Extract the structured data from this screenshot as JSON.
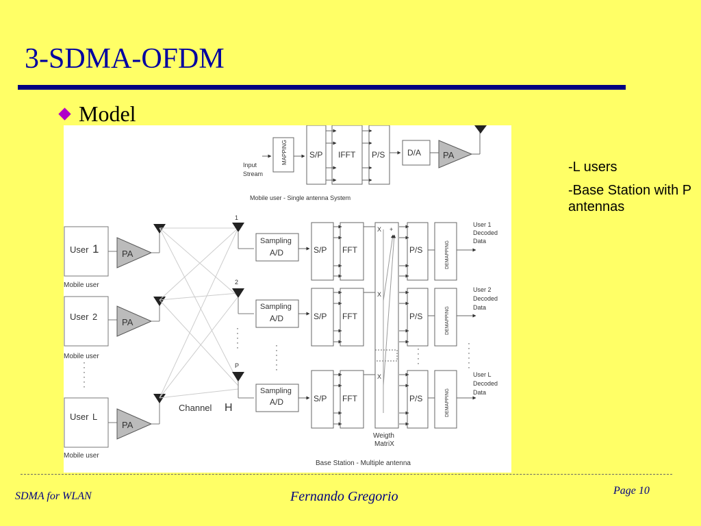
{
  "slide": {
    "title": "3-SDMA-OFDM",
    "bullet": "Model",
    "notes": [
      "-L users",
      "-Base Station with P antennas"
    ]
  },
  "diagram": {
    "transmitter": {
      "input": [
        "Input",
        "Stream"
      ],
      "mapping": "MAPPING",
      "sp": "S/P",
      "ifft": "IFFT",
      "ps": "P/S",
      "da": "D/A",
      "pa": "PA",
      "caption": "Mobile user - Single antenna System"
    },
    "users": [
      {
        "label_prefix": "User",
        "label_num": "1",
        "caption": "Mobile user"
      },
      {
        "label_prefix": "User",
        "label_num": "2",
        "caption": "Mobile user"
      },
      {
        "label_prefix": "User",
        "label_num": "L",
        "caption": "Mobile user"
      }
    ],
    "pa": "PA",
    "channel": {
      "text": "Channel",
      "symbol": "H"
    },
    "antennas": [
      "1",
      "2",
      "P"
    ],
    "receivers": [
      {
        "sampling": [
          "Sampling",
          "A/D"
        ],
        "sp": "S/P",
        "fft": "FFT",
        "ps": "P/S",
        "demap": "DEMAPPING",
        "x": "X",
        "plus": "+",
        "output": [
          "User 1",
          "Decoded",
          "Data"
        ]
      },
      {
        "sampling": [
          "Sampling",
          "A/D"
        ],
        "sp": "S/P",
        "fft": "FFT",
        "ps": "P/S",
        "demap": "DEMAPPING",
        "x": "X",
        "output": [
          "User 2",
          "Decoded",
          "Data"
        ]
      },
      {
        "sampling": [
          "Sampling",
          "A/D"
        ],
        "sp": "S/P",
        "fft": "FFT",
        "ps": "P/S",
        "demap": "DEMAPPING",
        "x": "X",
        "output": [
          "User L",
          "Decoded",
          "Data"
        ]
      }
    ],
    "weight_matrix": [
      "Weigth",
      "MatriX"
    ],
    "base_caption": "Base Station - Multiple  antenna"
  },
  "footer": {
    "left": "SDMA for WLAN",
    "center": "Fernando Gregorio",
    "right": "Page 10"
  }
}
